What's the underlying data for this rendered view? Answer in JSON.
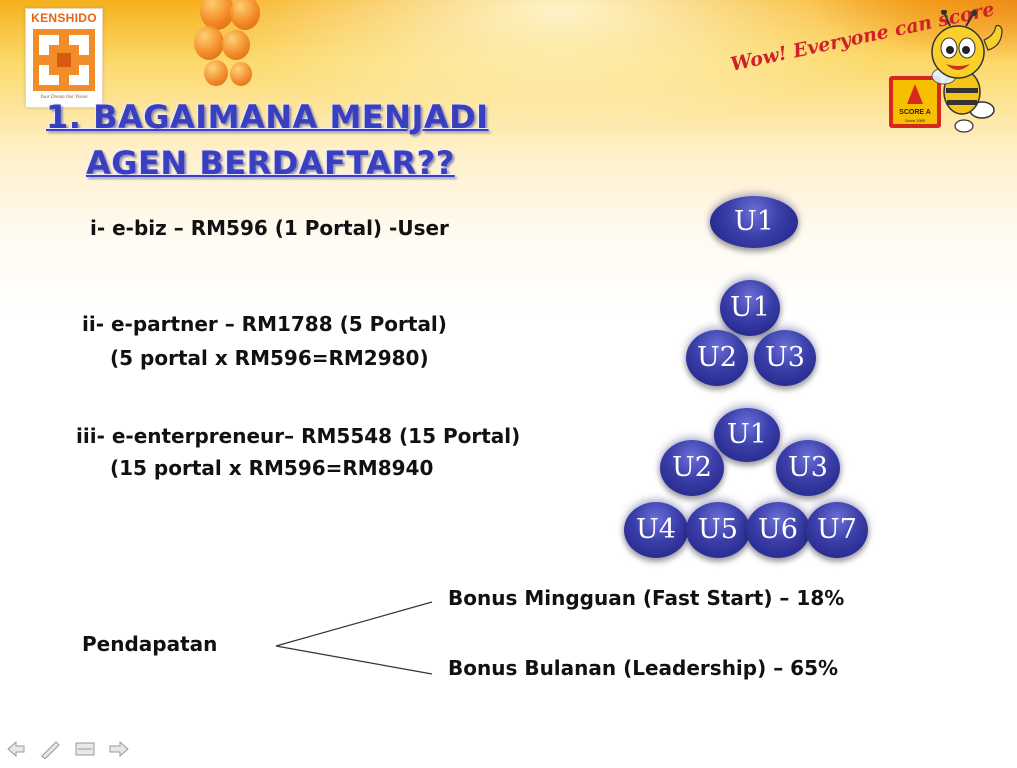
{
  "logo": {
    "brand": "KENSHIDO",
    "tagline": "Your Dream Our Vision"
  },
  "slogan": "Wow! Everyone can score",
  "badge": {
    "top": "SCORE A",
    "bottom": "Since 1989"
  },
  "title": {
    "line1": "1. BAGAIMANA MENJADI",
    "line2": "AGEN BERDAFTAR??"
  },
  "packages": [
    {
      "line1": "i- e-biz – RM596 (1 Portal) -User",
      "line2": ""
    },
    {
      "line1": "ii- e-partner – RM1788 (5 Portal)",
      "line2": "(5 portal x RM596=RM2980)"
    },
    {
      "line1": "iii- e-enterpreneur– RM5548 (15 Portal)",
      "line2": "(15 portal x RM596=RM8940"
    }
  ],
  "nodes": {
    "ebiz": [
      "U1"
    ],
    "epartner": [
      "U1",
      "U2",
      "U3"
    ],
    "eenterpreneur": [
      "U1",
      "U2",
      "U3",
      "U4",
      "U5",
      "U6",
      "U7"
    ]
  },
  "income": {
    "label": "Pendapatan",
    "weekly": "Bonus Mingguan (Fast Start) – 18%",
    "monthly": "Bonus Bulanan (Leadership) – 65%"
  },
  "nav_icons": [
    "arrow-left-icon",
    "pen-icon",
    "menu-icon",
    "arrow-right-icon"
  ],
  "colors": {
    "title": "#3a3fbf",
    "node": "#2a2e96",
    "slogan": "#d0202a",
    "brand": "#e86412"
  }
}
